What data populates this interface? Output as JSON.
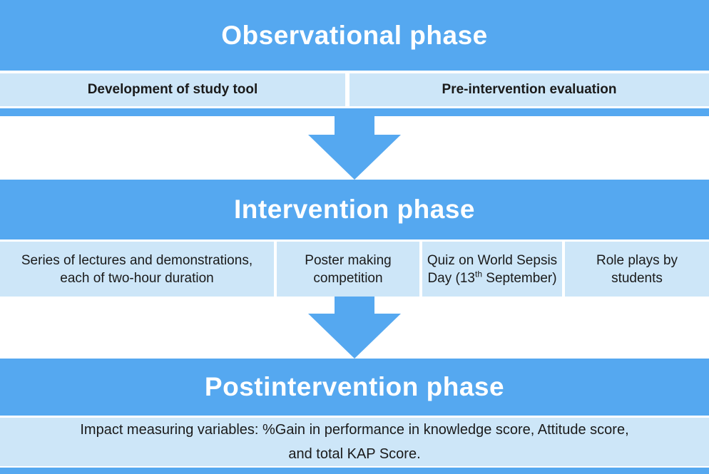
{
  "colors": {
    "blue": "#55a8f0",
    "light": "#cde6f8",
    "text_dark": "#1a1a1a",
    "text_light": "#ffffff"
  },
  "observational": {
    "title": "Observational phase",
    "items": [
      {
        "label": "Development of study tool"
      },
      {
        "label": "Pre-intervention evaluation"
      }
    ]
  },
  "intervention": {
    "title": "Intervention phase",
    "items": [
      {
        "label": "Series of lectures and demonstrations, each of two-hour duration"
      },
      {
        "label": "Poster making competition"
      },
      {
        "label_prefix": "Quiz on World Sepsis Day (13",
        "label_sup": "th",
        "label_suffix": " September)"
      },
      {
        "label": "Role plays by students"
      }
    ]
  },
  "postintervention": {
    "title": "Postintervention phase",
    "description_line1": "Impact measuring variables: %Gain in performance in knowledge score, Attitude score,",
    "description_line2": "and total KAP Score."
  },
  "icons": {
    "arrow": "down-block-arrow"
  }
}
